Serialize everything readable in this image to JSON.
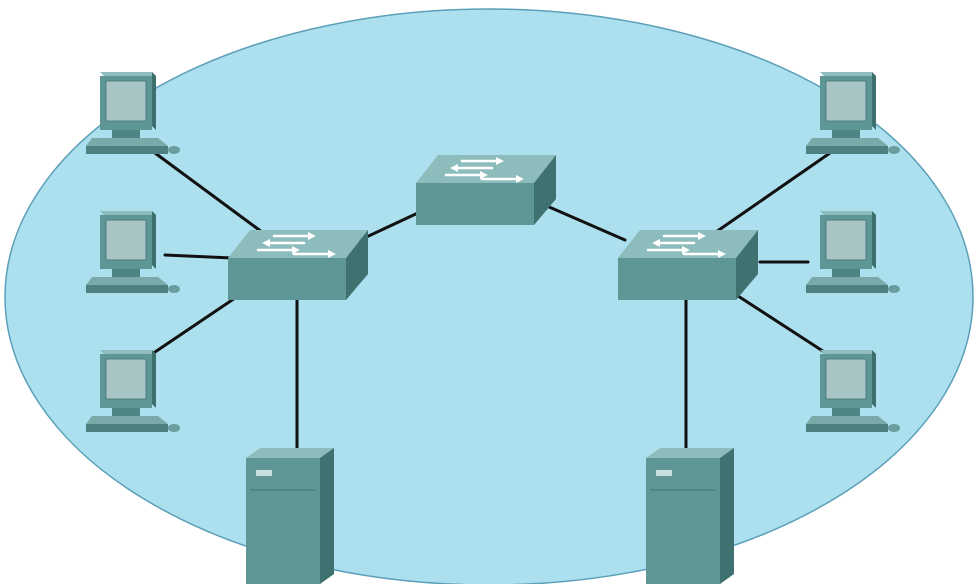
{
  "diagram": {
    "type": "network-topology",
    "region_color": "#ade0ef",
    "region_stroke": "#5b9fb8",
    "device_color": "#5e9595",
    "link_color": "#111111",
    "devices": [
      {
        "id": "pc-left-1",
        "kind": "pc-icon"
      },
      {
        "id": "pc-left-2",
        "kind": "pc-icon"
      },
      {
        "id": "pc-left-3",
        "kind": "pc-icon"
      },
      {
        "id": "pc-right-1",
        "kind": "pc-icon"
      },
      {
        "id": "pc-right-2",
        "kind": "pc-icon"
      },
      {
        "id": "pc-right-3",
        "kind": "pc-icon"
      },
      {
        "id": "switch-left",
        "kind": "switch-icon"
      },
      {
        "id": "switch-center",
        "kind": "switch-icon"
      },
      {
        "id": "switch-right",
        "kind": "switch-icon"
      },
      {
        "id": "server-left",
        "kind": "server-icon"
      },
      {
        "id": "server-right",
        "kind": "server-icon"
      }
    ],
    "links": [
      [
        "pc-left-1",
        "switch-left"
      ],
      [
        "pc-left-2",
        "switch-left"
      ],
      [
        "pc-left-3",
        "switch-left"
      ],
      [
        "server-left",
        "switch-left"
      ],
      [
        "switch-left",
        "switch-center"
      ],
      [
        "switch-center",
        "switch-right"
      ],
      [
        "pc-right-1",
        "switch-right"
      ],
      [
        "pc-right-2",
        "switch-right"
      ],
      [
        "pc-right-3",
        "switch-right"
      ],
      [
        "server-right",
        "switch-right"
      ]
    ]
  }
}
